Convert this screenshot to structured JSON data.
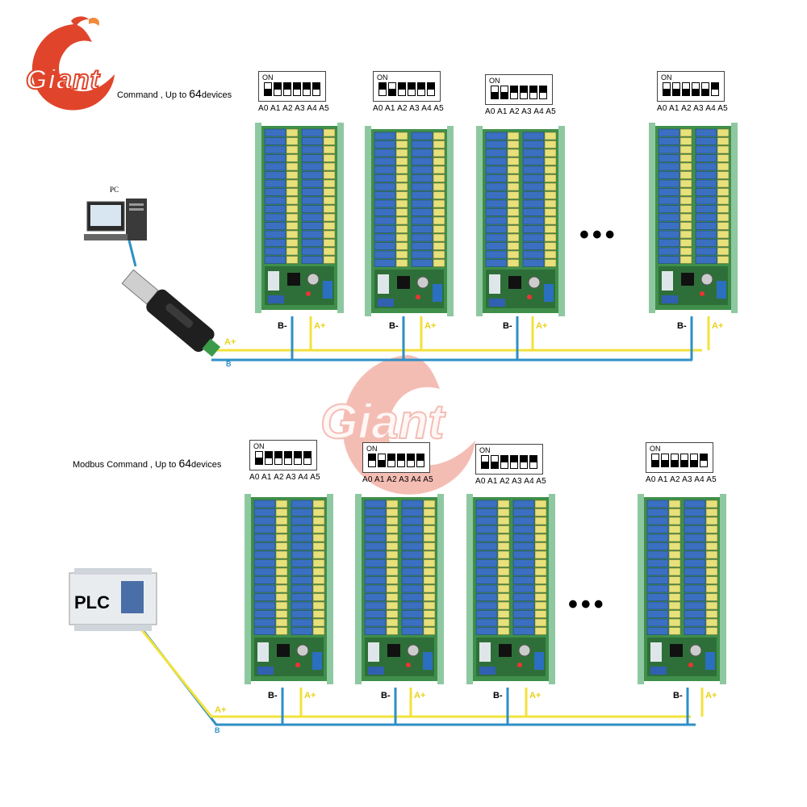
{
  "brand": {
    "name": "Giant",
    "color": "#e0452b"
  },
  "top_section": {
    "caption_prefix": "Command , Up to ",
    "caption_num": "64",
    "caption_suffix": "devices",
    "host_label": "PC",
    "host_device": "usb-rs485-adapter",
    "ellipsis": "•••",
    "dip_sets": [
      {
        "on_label": "ON",
        "pins": "A0 A1 A2 A3 A4 A5",
        "states": [
          0,
          1,
          1,
          1,
          1,
          1
        ]
      },
      {
        "on_label": "ON",
        "pins": "A0 A1 A2 A3 A4 A5",
        "states": [
          1,
          0,
          1,
          1,
          1,
          1
        ]
      },
      {
        "on_label": "ON",
        "pins": "A0 A1 A2 A3 A4 A5",
        "states": [
          0,
          0,
          1,
          1,
          1,
          1
        ]
      },
      {
        "on_label": "ON",
        "pins": "A0 A1 A2 A3 A4 A5",
        "states": [
          0,
          0,
          0,
          0,
          0,
          1
        ]
      }
    ],
    "bus_labels": [
      "B-",
      "A+",
      "B-",
      "A+",
      "B-",
      "A+",
      "B-",
      "A+"
    ],
    "adapter_labels": [
      "A+",
      "B"
    ]
  },
  "bottom_section": {
    "caption_prefix": "Modbus Command , Up to ",
    "caption_num": "64",
    "caption_suffix": "devices",
    "host_label": "PLC",
    "ellipsis": "•••",
    "dip_sets": [
      {
        "on_label": "ON",
        "pins": "A0 A1 A2 A3 A4 A5",
        "states": [
          0,
          1,
          1,
          1,
          1,
          1
        ]
      },
      {
        "on_label": "ON",
        "pins": "A0 A1 A2 A3 A4 A5",
        "states": [
          1,
          0,
          1,
          1,
          1,
          1
        ]
      },
      {
        "on_label": "ON",
        "pins": "A0 A1 A2 A3 A4 A5",
        "states": [
          0,
          0,
          1,
          1,
          1,
          1
        ]
      },
      {
        "on_label": "ON",
        "pins": "A0 A1 A2 A3 A4 A5",
        "states": [
          0,
          0,
          0,
          0,
          0,
          1
        ]
      }
    ],
    "bus_labels": [
      "B-",
      "A+",
      "B-",
      "A+",
      "B-",
      "A+",
      "B-",
      "A+"
    ],
    "host_wire_labels": [
      "A+",
      "B"
    ]
  },
  "colors": {
    "wire_a": "#f2e23a",
    "wire_b": "#2f8fc6",
    "board_green": "#3f8f4a",
    "relay_blue": "#3b6fc1",
    "rail_green": "#8ec8a0"
  }
}
